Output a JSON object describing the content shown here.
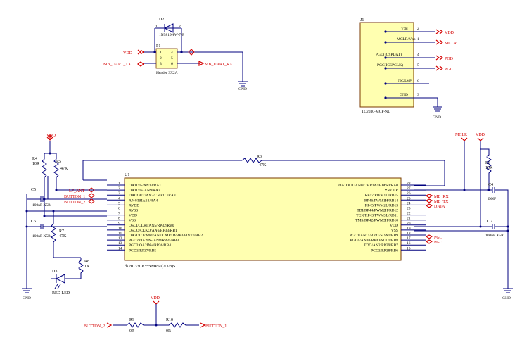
{
  "diode": {
    "ref": "D2",
    "part": "1N5819HW-7-F",
    "pin1": "1",
    "pin2": "2"
  },
  "header": {
    "ref": "P1",
    "part": "Header 3X2A",
    "pins": [
      "1",
      "4",
      "2",
      "5",
      "3",
      "6"
    ]
  },
  "uart_nets": {
    "vdd": "VDD",
    "tx": "MB_UART_TX",
    "rx": "MB_UART_RX",
    "gnd": "GND"
  },
  "connector": {
    "ref": "J1",
    "part": "TC2030-MCP-NL",
    "pins": [
      {
        "label": "Vdd",
        "num": "2",
        "net": "VDD"
      },
      {
        "label": "MCLR/Vpp",
        "num": "1",
        "net": "MCLR"
      },
      {
        "label": "PGD(ICSPDAT)",
        "num": "4",
        "net": "PGD"
      },
      {
        "label": "PGC(ICSPCLK)",
        "num": "5",
        "net": "PGC"
      },
      {
        "label": "NC/LVP",
        "num": "6",
        "net": ""
      },
      {
        "label": "GND",
        "num": "3",
        "net": ""
      }
    ],
    "gnd": "GND"
  },
  "mcu": {
    "ref": "U1",
    "part": "dsPIC33CKxxxMP50(2/3/8)S",
    "left_pins": [
      {
        "num": "1",
        "label": "OA1D1-/AN13/RA1"
      },
      {
        "num": "2",
        "label": "OA1D1+/AN9/RA2"
      },
      {
        "num": "3",
        "label": "DACOUT/AN3/CMP1C/RA3"
      },
      {
        "num": "4",
        "label": "AN4/IBIAS3/RA4"
      },
      {
        "num": "5",
        "label": "AVDD"
      },
      {
        "num": "6",
        "label": "AVSS"
      },
      {
        "num": "7",
        "label": "VDD"
      },
      {
        "num": "8",
        "label": "VSS"
      },
      {
        "num": "9",
        "label": "OSCI/CLKI/AN5/RP32/RB0"
      },
      {
        "num": "10",
        "label": "OSCO/CLKO/AN6/RP33/RB1"
      },
      {
        "num": "11",
        "label": "OA2OUT/AN1/AN7/CMP1D/RP34/INT0/RB2"
      },
      {
        "num": "12",
        "label": "PGD2/OA2IN-/AN8/RP35/RB3"
      },
      {
        "num": "13",
        "label": "PGC2/OA2IN+/RP36/RB4"
      },
      {
        "num": "14",
        "label": "PGD3/RP37/RB5"
      }
    ],
    "right_pins": [
      {
        "num": "28",
        "label": "OA1OUT/AN0/CMP1A/IBIAS0/RA0"
      },
      {
        "num": "27",
        "label": "*MCLR"
      },
      {
        "num": "26",
        "label": "RP47/PWM1L/RB15"
      },
      {
        "num": "25",
        "label": "RP46/PWM1H/RB14"
      },
      {
        "num": "24",
        "label": "RP45/PWM2L/RB13"
      },
      {
        "num": "23",
        "label": "TDI/RP44/PWM2H/RB12"
      },
      {
        "num": "22",
        "label": "TCK/RP43/PWM3L/RB11"
      },
      {
        "num": "21",
        "label": "TMS/RP42/PWM3H/RB10"
      },
      {
        "num": "20",
        "label": "VDD"
      },
      {
        "num": "19",
        "label": "VSS"
      },
      {
        "num": "18",
        "label": "PGC1/AN11/RP41/SDA1/RB9"
      },
      {
        "num": "17",
        "label": "PGD1/AN10/RP40/SCL1/RB8"
      },
      {
        "num": "16",
        "label": "TDO/AN2/RP39/RB7"
      },
      {
        "num": "15",
        "label": "PGC3/RP38/RB6"
      }
    ]
  },
  "nets": {
    "lf_ant": "LF_ANT",
    "button_1": "BUTTON_1",
    "button_2": "BUTTON_2",
    "mb_rx": "MB_RX",
    "mb_tx": "MB_TX",
    "data": "DATA",
    "pgc": "PGC",
    "pgd": "PGD",
    "mclr": "MCLR",
    "vdd": "VDD",
    "gnd": "GND"
  },
  "parts": {
    "r3": {
      "ref": "R3",
      "value": "47K"
    },
    "r4": {
      "ref": "R4",
      "value": "10R"
    },
    "r5": {
      "ref": "R5",
      "value": "47K"
    },
    "r6": {
      "ref": "R6",
      "value": "10K"
    },
    "r7": {
      "ref": "R7",
      "value": "47K"
    },
    "r8": {
      "ref": "R8",
      "value": "1K"
    },
    "r9": {
      "ref": "R9",
      "value": "0R"
    },
    "r10": {
      "ref": "R10",
      "value": "0R"
    },
    "c4": {
      "ref": "C4",
      "value": "DNF"
    },
    "c5": {
      "ref": "C5",
      "value": "100nF X5R"
    },
    "c6": {
      "ref": "C6",
      "value": "100nF X5R"
    },
    "c7": {
      "ref": "C7",
      "value": "100nF X5R"
    },
    "d3": {
      "ref": "D3",
      "value": "RED LED"
    }
  }
}
